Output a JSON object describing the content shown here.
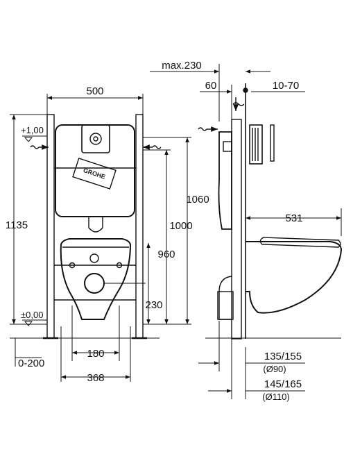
{
  "brand": {
    "logo_text": "GROHE"
  },
  "front_view": {
    "frame_width": "500",
    "top_level": "+1,00",
    "floor_level": "±0,00",
    "overall_height": "1135",
    "height_1060": "1060",
    "height_1000": "1000",
    "height_960": "960",
    "height_230": "230",
    "spacing_180": "180",
    "spacing_368": "368",
    "floor_range": "0-200"
  },
  "side_view": {
    "max_depth": "max.230",
    "depth_60": "60",
    "range_10_70": "10-70",
    "projection_531": "531",
    "outlet_1_size": "135/155",
    "outlet_1_diameter": "(Ø90)",
    "outlet_2_size": "145/165",
    "outlet_2_diameter": "(Ø110)"
  },
  "colors": {
    "line": "#111111",
    "fill": "#ffffff"
  }
}
